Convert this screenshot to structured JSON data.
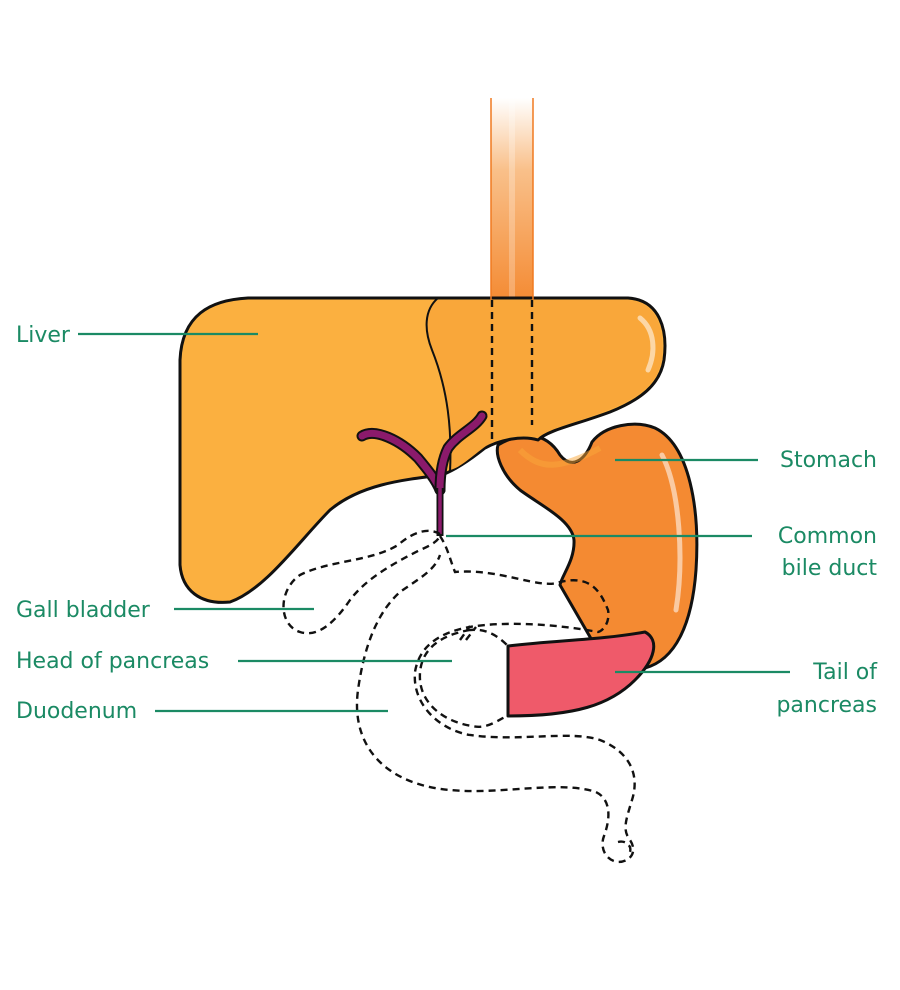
{
  "labels": {
    "liver": "Liver",
    "stomach": "Stomach",
    "common_bile_duct_line1": "Common",
    "common_bile_duct_line2": "bile duct",
    "gall_bladder": "Gall bladder",
    "head_of_pancreas": "Head of pancreas",
    "tail_of_pancreas_line1": "Tail of",
    "tail_of_pancreas_line2": "pancreas",
    "duodenum": "Duodenum"
  },
  "colors": {
    "liver": "#fbb040",
    "liver_left_lobe": "#f9a73a",
    "stomach": "#f48a32",
    "esophagus": "#f48a32",
    "bile_ducts": "#8b1a6b",
    "pancreas_tail": "#ef5a6a",
    "label_text": "#1b8a64"
  }
}
